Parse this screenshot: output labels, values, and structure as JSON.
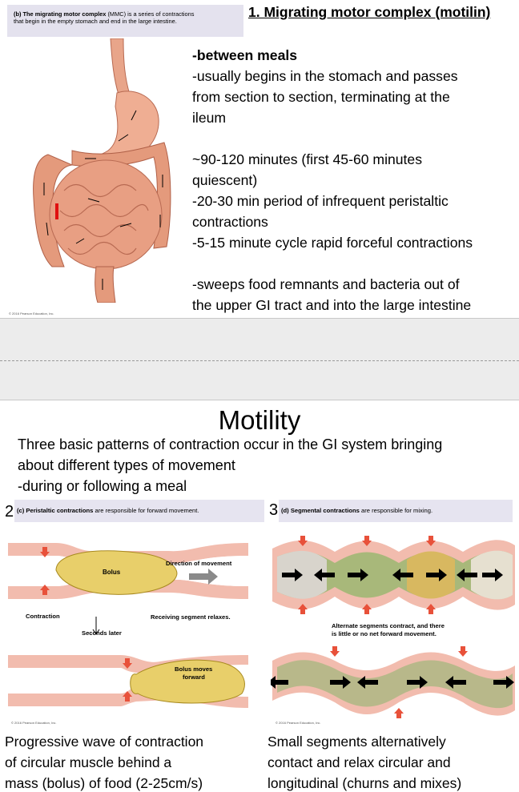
{
  "slide1": {
    "caption": {
      "part_letter": "(b)",
      "bold": "The migrating motor complex",
      "rest_line1": " (MMC) is a series of contractions",
      "line2": "that begin in the empty stomach and end in the large intestine."
    },
    "title": "1. Migrating motor complex (motilin)",
    "lines": [
      "-between meals",
      "-usually begins in the stomach and passes",
      "from section to section, terminating at the",
      "ileum",
      "",
      "~90-120 minutes (first 45-60 minutes",
      "quiescent)",
      "-20-30 min period of infrequent peristaltic",
      "contractions",
      "-5-15 minute cycle rapid forceful contractions",
      "",
      "-sweeps food remnants and bacteria out of",
      "the upper GI tract and into the large intestine"
    ],
    "copyright": "© 2016 Pearson Education, Inc."
  },
  "slide2": {
    "title": "Motility",
    "intro": [
      "Three basic patterns of contraction occur in the GI system bringing",
      "about different types of movement",
      "-during or following a meal"
    ],
    "left": {
      "number": "2.",
      "header_part": "(c)",
      "header_bold": "Peristaltic contractions",
      "header_rest": " are responsible for forward movement.",
      "bolus": "Bolus",
      "direction": "Direction of movement",
      "contraction": "Contraction",
      "receiving": "Receiving segment relaxes.",
      "seconds_later": "Seconds later",
      "bolus_moves_1": "Bolus moves",
      "bolus_moves_2": "forward",
      "copyright": "© 2016 Pearson Education, Inc.",
      "caption": [
        "Progressive wave of contraction",
        "of circular muscle behind a",
        "mass (bolus) of food (2-25cm/s)"
      ]
    },
    "right": {
      "number": "3.",
      "header_part": "(d)",
      "header_bold": "Segmental contractions",
      "header_rest": " are responsible for mixing.",
      "alternate_1": "Alternate segments contract, and there",
      "alternate_2": "is little or no net forward movement.",
      "copyright": "© 2016 Pearson Education, Inc.",
      "caption": [
        "Small segments alternatively",
        "contact and relax circular and",
        "longitudinal (churns and mixes)"
      ]
    }
  }
}
